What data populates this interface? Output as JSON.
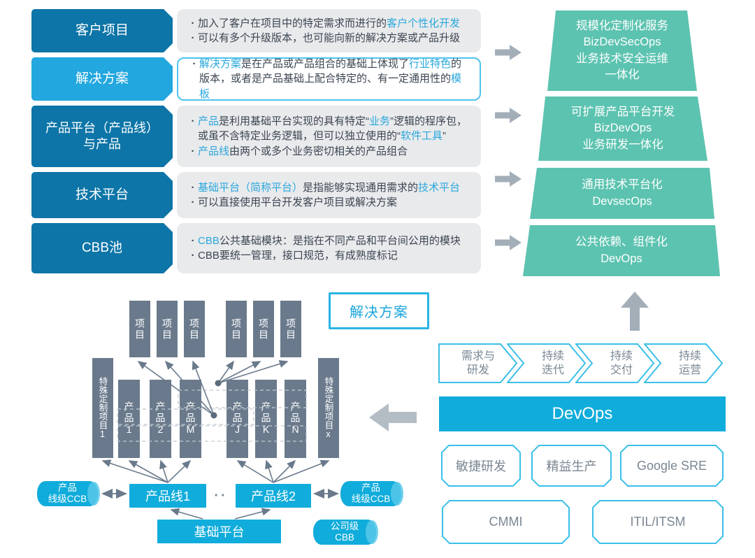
{
  "colors": {
    "dark_blue": "#0d75a7",
    "light_blue_label": "#22a7de",
    "accent_cyan": "#10acdb",
    "highlight_text": "#2aa7dc",
    "teal_funnel": "#5cc3b0",
    "slate_bar": "#6a7a8c",
    "desc_bg": "#e9eaec",
    "border_cyan": "#3bbfe9",
    "arrow_gray": "#a3aeb8",
    "body_text": "#3b4551",
    "gray_text": "#7a8793"
  },
  "left_rows": [
    {
      "label": "客户项目",
      "bullets": [
        [
          {
            "t": "加入了客户在项目中的特定需求而进行的"
          },
          {
            "t": "客户个性化开发",
            "hl": true
          }
        ],
        [
          {
            "t": "可以有多个升级版本，也可能向新的解决方案或产品升级"
          }
        ]
      ]
    },
    {
      "label": "解决方案",
      "bullets": [
        [
          {
            "t": "解决方案",
            "hl": true
          },
          {
            "t": "是在产品或产品组合的基础上体现了"
          },
          {
            "t": "行业特色",
            "hl": true
          },
          {
            "t": "的版本，或者是产品基础上配合特定的、有一定通用性的"
          },
          {
            "t": "模板",
            "hl": true
          }
        ]
      ]
    },
    {
      "label": "产品平台（产品线）",
      "label2": "与产品",
      "bullets": [
        [
          {
            "t": "产品",
            "hl": true
          },
          {
            "t": "是利用基础平台实现的具有特定“"
          },
          {
            "t": "业务",
            "hl": true
          },
          {
            "t": "”逻辑的程序包，或虽不含特定业务逻辑，但可以独立使用的“"
          },
          {
            "t": "软件工具",
            "hl": true
          },
          {
            "t": "”"
          }
        ],
        [
          {
            "t": "产品线",
            "hl": true
          },
          {
            "t": "由两个或多个业务密切相关的产品组合"
          }
        ]
      ]
    },
    {
      "label": "技术平台",
      "bullets": [
        [
          {
            "t": "基础平台（简称平台）",
            "hl": true
          },
          {
            "t": "是指能够实现通用需求的"
          },
          {
            "t": "技术平台",
            "hl": true
          }
        ],
        [
          {
            "t": "可以直接使用平台开发客户项目或解决方案"
          }
        ]
      ]
    },
    {
      "label": "CBB池",
      "bullets": [
        [
          {
            "t": "CBB",
            "hl": true
          },
          {
            "t": "公共基础模块：是指在不同产品和平台间公用的模块"
          }
        ],
        [
          {
            "t": "CBB要统一管理，接口规范，有成熟度标记"
          }
        ]
      ]
    }
  ],
  "funnel": {
    "levels": [
      {
        "lines": [
          "规模化定制化服务",
          "BizDevSecOps",
          "业务技术安全运维",
          "一体化"
        ]
      },
      {
        "lines": [
          "可扩展产品平台开发",
          "BizDevOps",
          "业务研发一体化"
        ]
      },
      {
        "lines": [
          "通用技术平台化",
          "DevsecOps"
        ]
      },
      {
        "lines": [
          "公共依赖、组件化",
          "DevOps"
        ]
      }
    ]
  },
  "diagram": {
    "solution_label": "解决方案",
    "project_label": "项目",
    "special_left": "特殊定制项目1",
    "special_right": "特殊定制项目x",
    "products": [
      "产品1",
      "产品2",
      "产品M",
      "产品J",
      "产品K",
      "产品N"
    ],
    "line1": "产品线1",
    "line2": "产品线2",
    "between_dots": "··",
    "platform": "基础平台",
    "ccb_line": {
      "line1": "产品",
      "line2": "线级CCB"
    },
    "ccb_company": {
      "line1": "公司级",
      "line2": "CBB"
    }
  },
  "devops_panel": {
    "chevrons": [
      {
        "line1": "需求与",
        "line2": "研发"
      },
      {
        "line1": "持续",
        "line2": "迭代"
      },
      {
        "line1": "持续",
        "line2": "交付"
      },
      {
        "line1": "持续",
        "line2": "运营"
      }
    ],
    "bar_label": "DevOps",
    "methods": [
      "敏捷研发",
      "精益生产",
      "Google SRE"
    ],
    "frameworks": [
      "CMMI",
      "ITIL/ITSM"
    ]
  }
}
